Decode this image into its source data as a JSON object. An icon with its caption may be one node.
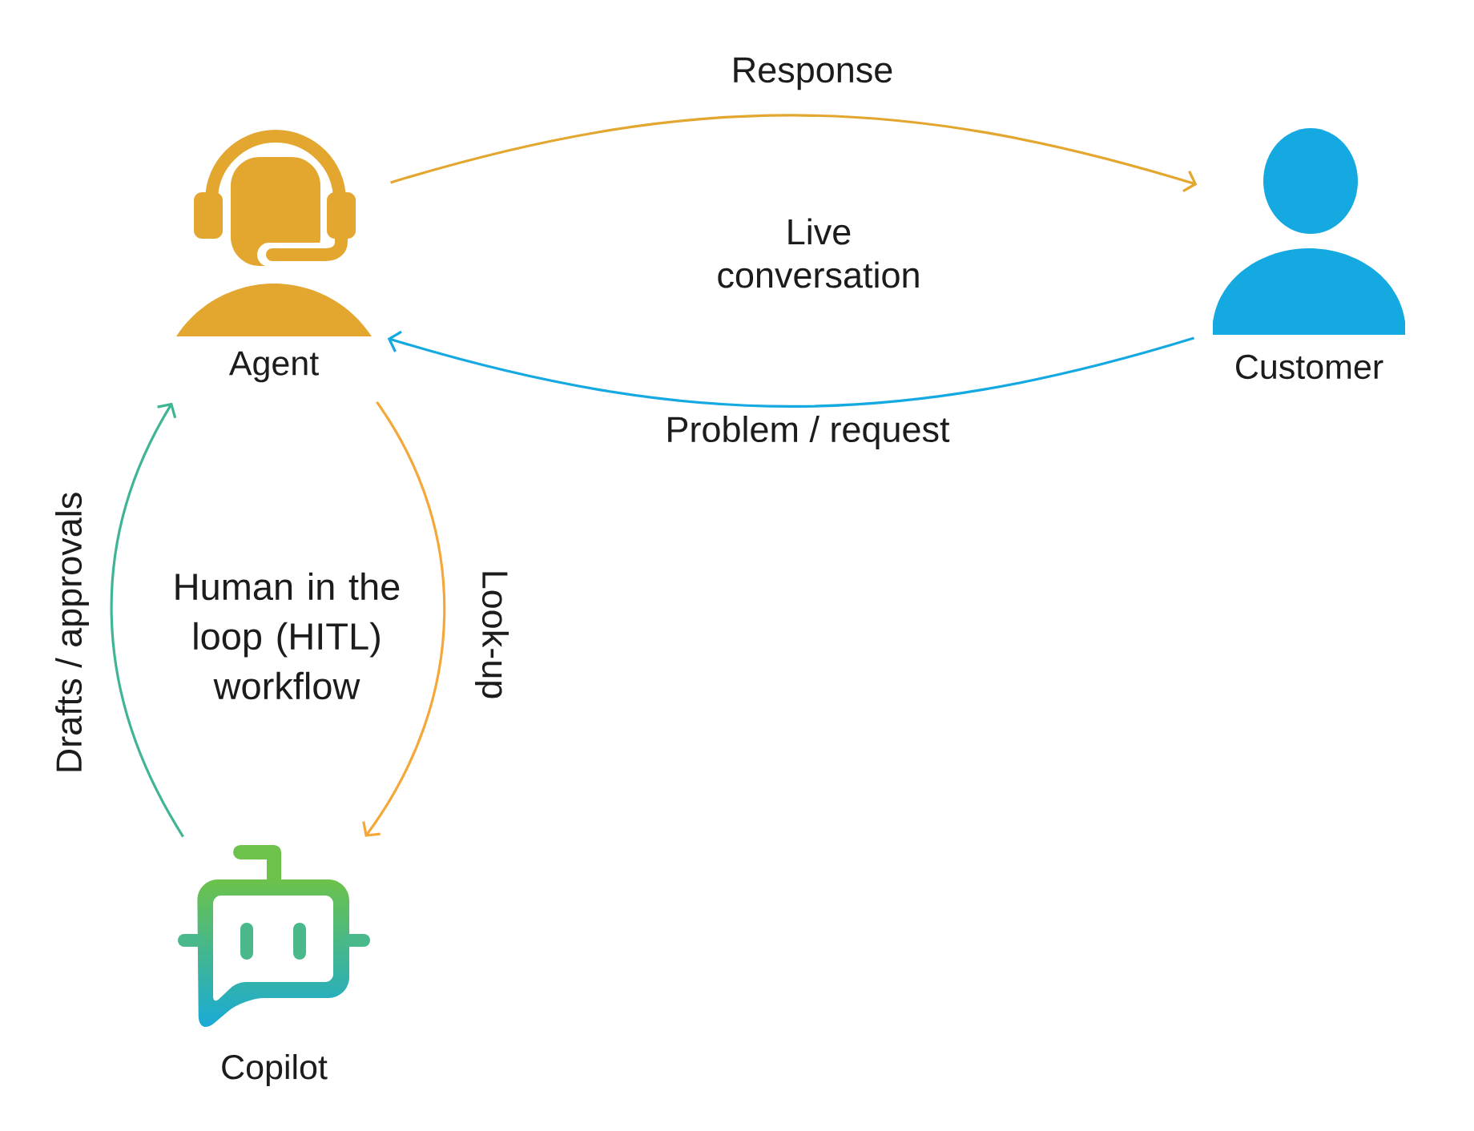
{
  "diagram": {
    "nodes": [
      {
        "text": [
          "Agent"
        ]
      },
      {
        "text": [
          "Customer"
        ]
      },
      {
        "text": [
          "Copilot"
        ]
      }
    ],
    "edges": [
      {
        "from": 0,
        "to": 1,
        "arrow": "to",
        "label": "Response",
        "color": "#e3a62f"
      },
      {
        "from": 1,
        "to": 0,
        "arrow": "to",
        "label": "Problem / request",
        "color": "#14a9e0"
      },
      {
        "from": 2,
        "to": 0,
        "arrow": "to",
        "label": "Drafts / approvals",
        "color": "#40b595"
      },
      {
        "from": 0,
        "to": 2,
        "arrow": "to",
        "label": "Look-up",
        "color": "#f5a83a"
      }
    ],
    "labels": [
      "Live conversation",
      "Human in the loop (HITL) workflow"
    ]
  }
}
